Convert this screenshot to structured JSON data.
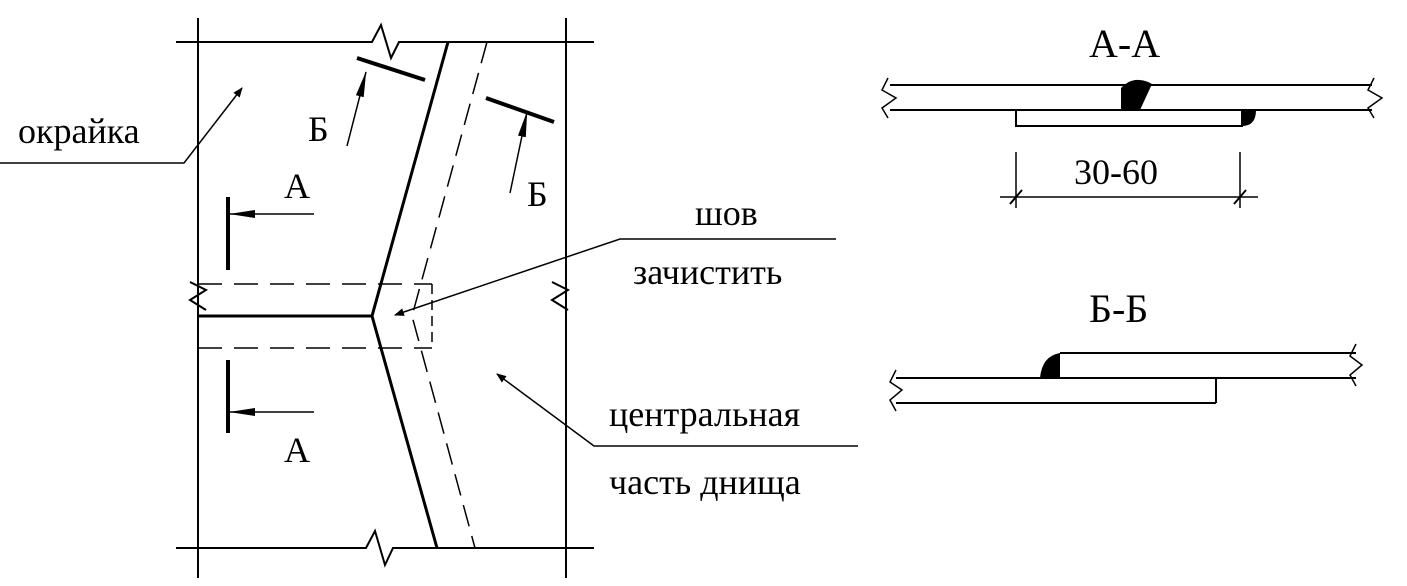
{
  "labels": {
    "okraika": "окрайка",
    "seam_line1": "шов",
    "seam_line2": "зачистить",
    "central_line1": "центральная",
    "central_line2": "часть днища",
    "section_a_upper": "А",
    "section_a_lower": "А",
    "section_b_left": "Б",
    "section_b_right": "Б"
  },
  "sections": {
    "aa_title": "А-А",
    "aa_dimension": "30-60",
    "bb_title": "Б-Б"
  }
}
